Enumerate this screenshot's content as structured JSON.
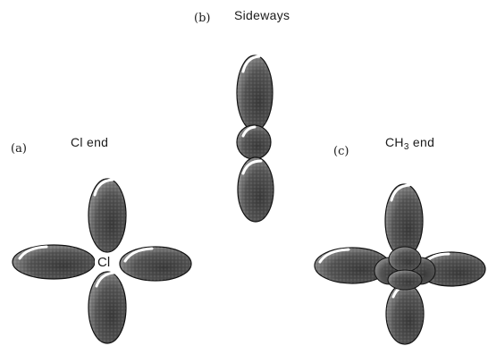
{
  "panels": {
    "a": {
      "letter": "(a)",
      "caption": "Cl end",
      "atom": "Cl"
    },
    "b": {
      "letter": "(b)",
      "caption": "Sideways"
    },
    "c": {
      "letter": "(c)",
      "caption_main": "CH",
      "caption_sub": "3",
      "caption_tail": " end"
    }
  },
  "colors": {
    "lobe_fill": "#4a4a4a",
    "lobe_highlight": "#ffffff",
    "lobe_outline": "#111111"
  }
}
